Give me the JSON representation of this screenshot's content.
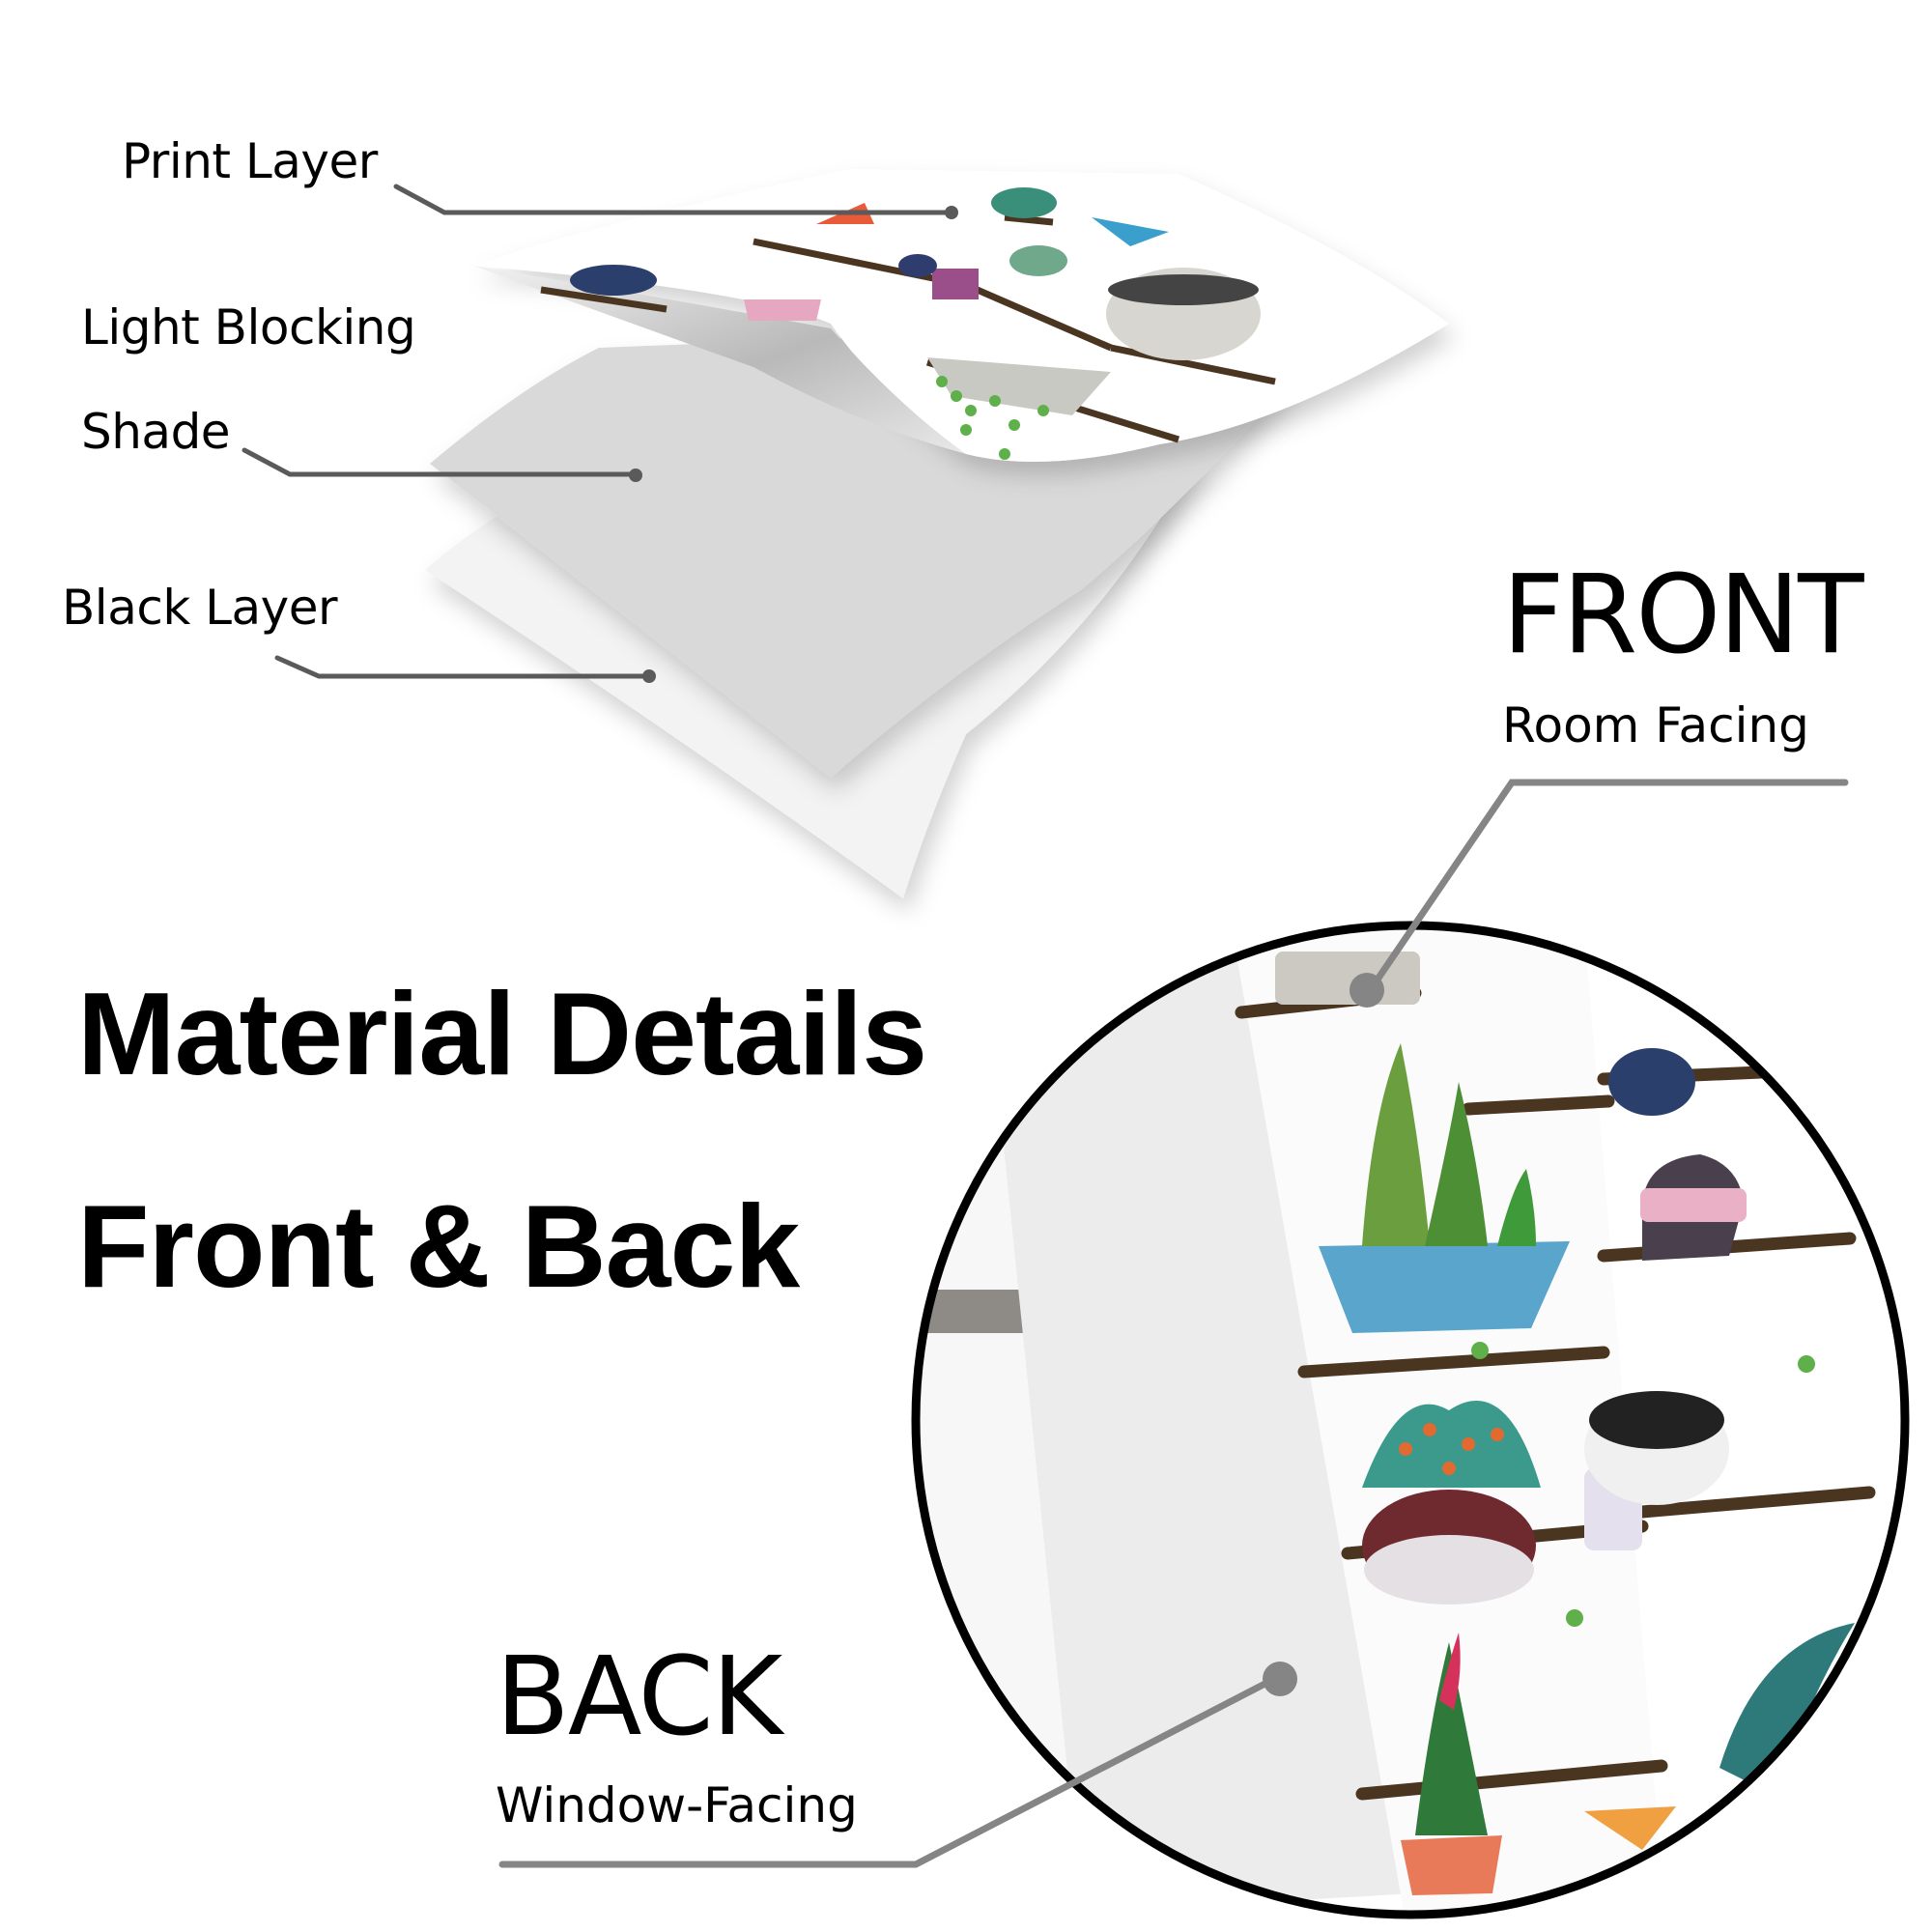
{
  "layer_diagram": {
    "labels": [
      {
        "id": "print-layer",
        "text": "Print Layer"
      },
      {
        "id": "light-blocking-shade-line1",
        "text": "Light Blocking"
      },
      {
        "id": "light-blocking-shade-line2",
        "text": "Shade"
      },
      {
        "id": "black-layer",
        "text": "Black Layer"
      }
    ]
  },
  "heading": {
    "line1": "Material Details",
    "line2": "Front & Back"
  },
  "front_callout": {
    "title": "FRONT",
    "subtitle": "Room Facing"
  },
  "back_callout": {
    "title": "BACK",
    "subtitle": "Window-Facing"
  },
  "colors": {
    "leader_line": "#5a5a5a",
    "callout_line": "#858585",
    "circle_border": "#000000",
    "shelf_brown": "#4a3520",
    "layer_gray": "#d6d6d6",
    "layer_light": "#efefef"
  }
}
